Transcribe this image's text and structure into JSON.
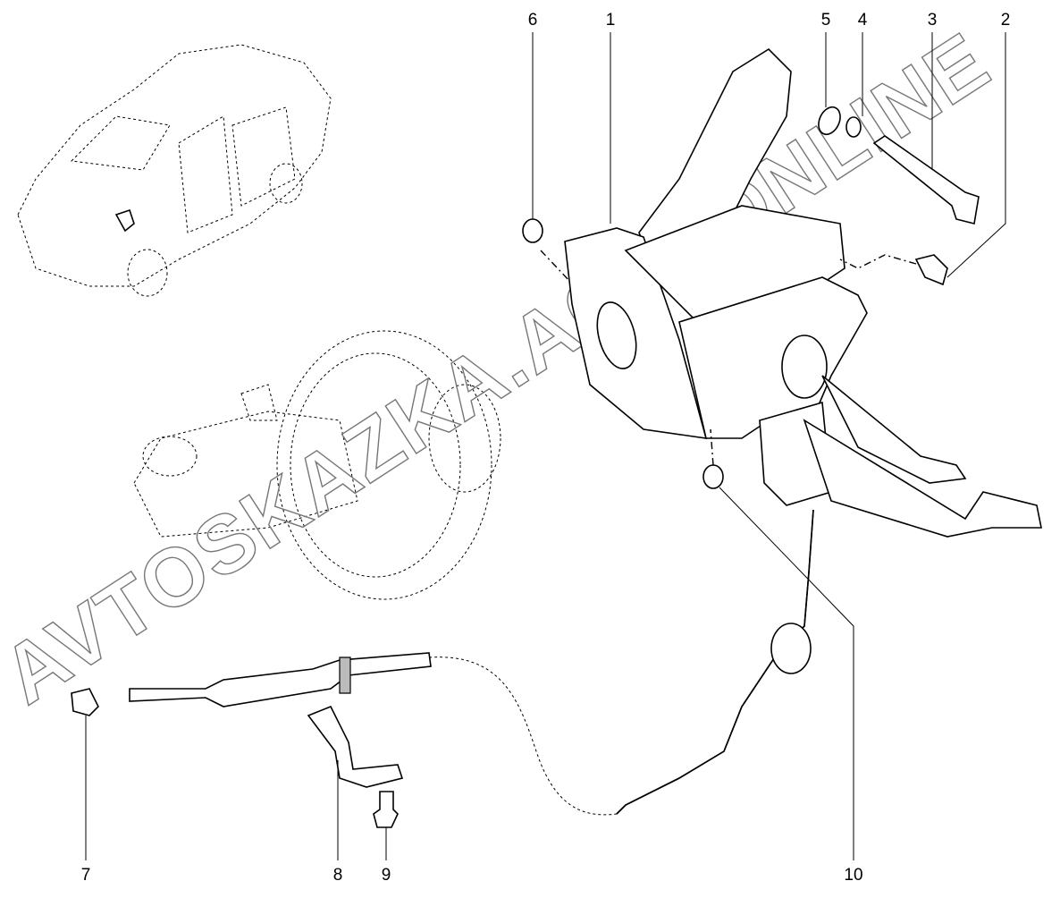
{
  "diagram": {
    "callouts": [
      "1",
      "2",
      "3",
      "4",
      "5",
      "6",
      "7",
      "8",
      "9",
      "10"
    ],
    "watermark": "AVTOSKAZKA.ACATONLINE"
  }
}
